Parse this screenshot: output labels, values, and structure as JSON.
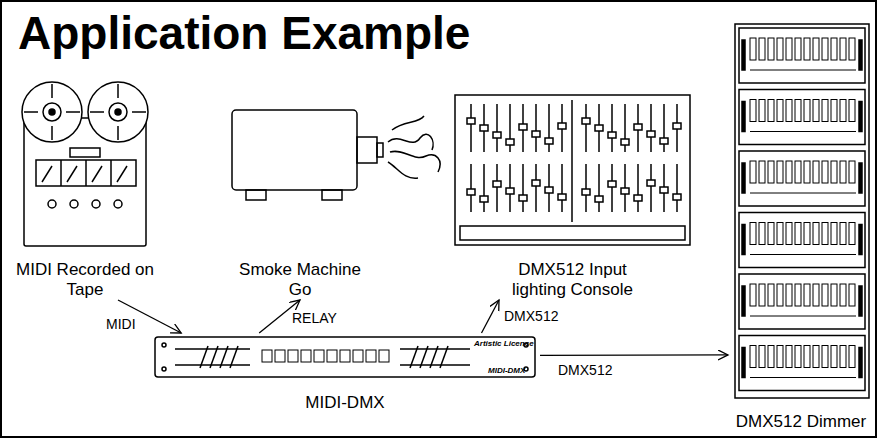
{
  "diagram": {
    "title": "Application Example",
    "nodes": [
      {
        "text": [
          "MIDI Recorded on Tape"
        ]
      },
      {
        "text": [
          "Smoke Machine Go"
        ]
      },
      {
        "text": [
          "DMX512 Input lighting Console"
        ]
      },
      {
        "text": [
          "MIDI-DMX"
        ]
      },
      {
        "text": [
          "DMX512 Dimmer"
        ]
      }
    ],
    "edges": [
      {
        "from": 0,
        "to": 3,
        "arrow": "to",
        "label": "MIDI"
      },
      {
        "from": 3,
        "to": 1,
        "arrow": "to",
        "label": "RELAY"
      },
      {
        "from": 3,
        "to": 2,
        "arrow": "to",
        "label": "DMX512"
      },
      {
        "from": 3,
        "to": 4,
        "arrow": "to",
        "label": "DMX512"
      }
    ],
    "labels": [
      "Artistic Licence",
      "MIDI-DMX"
    ]
  }
}
